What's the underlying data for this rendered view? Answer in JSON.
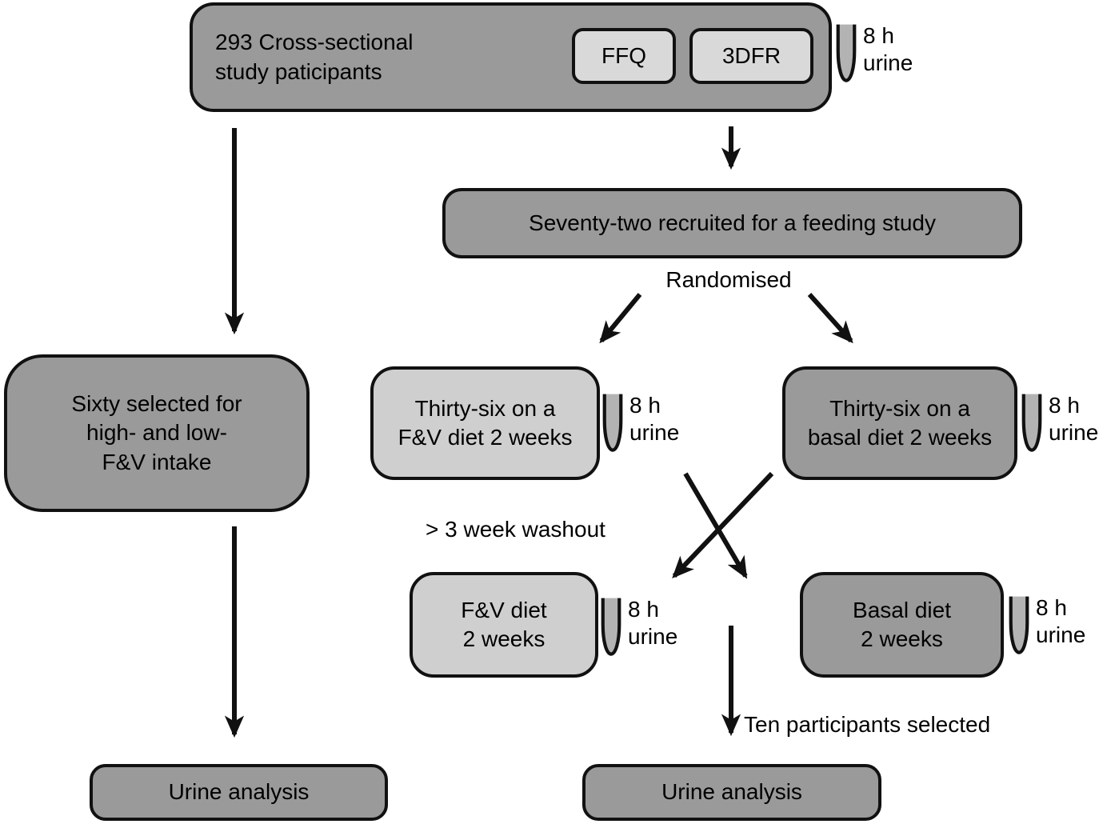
{
  "figure": {
    "type": "study-design-flowchart",
    "colors": {
      "background": "#ffffff",
      "box_dark": "#9a9a9a",
      "box_light_a": "#d9d9d9",
      "box_light_b": "#cfcfcf",
      "tube_fill": "#b3b3b3",
      "outline": "#111111"
    },
    "nodes": {
      "cross_sectional": "293 Cross-sectional\nstudy paticipants",
      "ffq": "FFQ",
      "dfr": "3DFR",
      "seventy_two": "Seventy-two recruited for a feeding study",
      "sixty": "Sixty selected for\nhigh- and low-\nF&V intake",
      "fv36": "Thirty-six on a\nF&V diet 2 weeks",
      "basal36": "Thirty-six on a\nbasal diet 2 weeks",
      "fv2": "F&V diet\n2 weeks",
      "basal2": "Basal diet\n2 weeks",
      "urine_left": "Urine analysis",
      "urine_right": "Urine analysis"
    },
    "labels": {
      "randomised": "Randomised",
      "washout": "> 3 week washout",
      "ten_selected": "Ten participants selected",
      "urine_sample": "8 h\nurine"
    }
  }
}
